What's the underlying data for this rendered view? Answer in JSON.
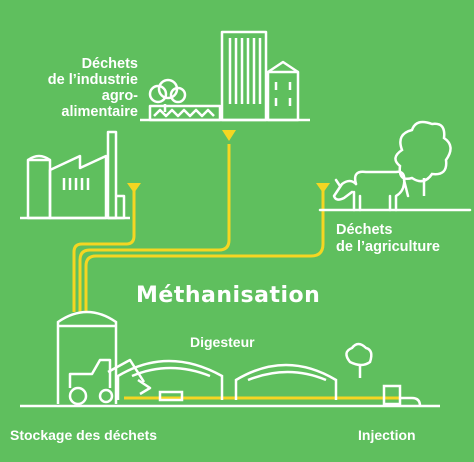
{
  "labels": {
    "industry_line1": "Déchets",
    "industry_line2": "de l’industrie",
    "industry_line3": "agro-",
    "industry_line4": "alimentaire",
    "agri_line1": "Déchets",
    "agri_line2": "de l’agriculture",
    "title": "Méthanisation",
    "digester": "Digesteur",
    "storage": "Stockage des déchets",
    "injection": "Injection"
  },
  "colors": {
    "background": "#5fbf5e",
    "line": "#ffffff",
    "accent": "#f5d622"
  },
  "icons": [
    "factory-icon",
    "city-icon",
    "cow-icon",
    "tree-icon",
    "tractor-icon",
    "storage-tank-icon",
    "digester-icon",
    "injection-icon"
  ]
}
